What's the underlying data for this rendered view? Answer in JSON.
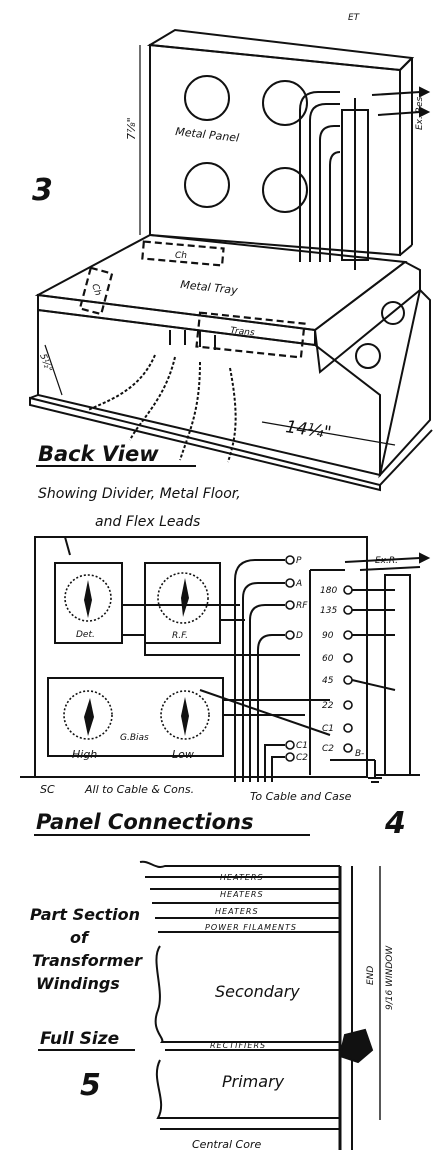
{
  "fig3": {
    "number": "3",
    "dim_height": "7⅞\"",
    "dim_depth": "5½\"",
    "dim_width": "14¼\"",
    "labels": {
      "metal_panel": "Metal Panel",
      "metal_tray": "Metal Tray",
      "ch_top": "Ch",
      "ch_side": "Ch",
      "trans": "Trans",
      "ex_res": "Ex. Res.",
      "et": "ET"
    },
    "title": "Back View",
    "caption_line1": "Showing Divider,  Metal Floor,",
    "caption_line2": "and Flex Leads"
  },
  "fig4": {
    "number": "4",
    "dials": [
      "Det.",
      "R.F.",
      "High",
      "Low"
    ],
    "g_bias": "G.Bias",
    "terminals_left": [
      "P",
      "A",
      "RF",
      "D",
      "C1",
      "C2"
    ],
    "terminals_right": [
      "180",
      "135",
      "90",
      "60",
      "45",
      "22",
      "C1",
      "C2"
    ],
    "ex_r": "Ex.R.",
    "b_minus": "B-",
    "sc": "SC",
    "note_cable_cons": "All to Cable & Cons.",
    "note_cable_case": "To Cable and Case",
    "title": "Panel Connections"
  },
  "fig5": {
    "number": "5",
    "caption": [
      "Part Section",
      "of",
      "Transformer",
      "Windings"
    ],
    "full_size": "Full Size",
    "layers": [
      "HEATERS",
      "HEATERS",
      "HEATERS",
      "POWER FILAMENTS",
      "Secondary",
      "RECTIFIERS",
      "Primary"
    ],
    "end_label": "END",
    "window_label": "9/16 WINDOW",
    "core": "Central Core"
  }
}
